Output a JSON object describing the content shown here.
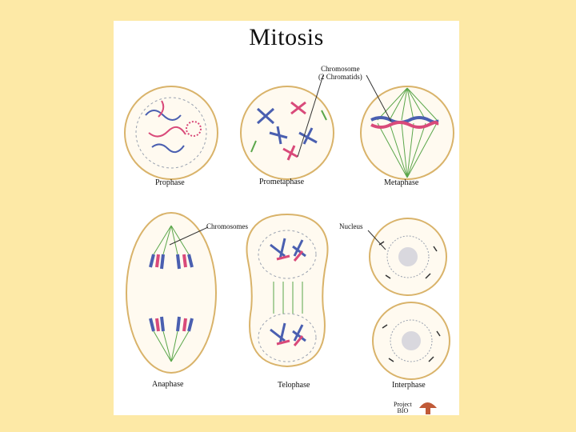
{
  "title": "Mitosis",
  "phases": {
    "prophase": "Prophase",
    "prometaphase": "Prometaphase",
    "metaphase": "Metaphase",
    "anaphase": "Anaphase",
    "telophase": "Telophase",
    "interphase": "Interphase"
  },
  "annotations": {
    "chromosome_line1": "Chromosome",
    "chromosome_line2": "(2 Chromatids)",
    "chromosomes": "Chromosomes",
    "nucleus": "Nucleus"
  },
  "logo": {
    "line1": "Project",
    "line2": "BIO"
  },
  "colors": {
    "background": "#fde9a6",
    "cell_wall": "#d9b36a",
    "spindle": "#5aa64a",
    "chromatid_blue": "#4a5fb0",
    "chromatid_pink": "#d94a7a"
  }
}
